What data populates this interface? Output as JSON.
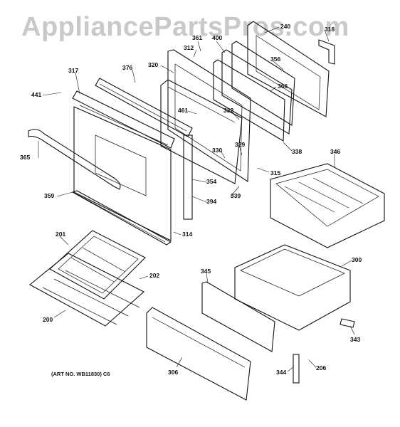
{
  "watermark": "AppliancePartsPros.com",
  "art_number": "(ART NO. WB11830) C6",
  "labels": [
    "240",
    "318",
    "361",
    "400",
    "312",
    "356",
    "320",
    "376",
    "317",
    "366",
    "441",
    "461",
    "332",
    "338",
    "330",
    "329",
    "346",
    "315",
    "365",
    "354",
    "339",
    "394",
    "359",
    "314",
    "201",
    "345",
    "300",
    "202",
    "200",
    "343",
    "306",
    "344",
    "206"
  ]
}
